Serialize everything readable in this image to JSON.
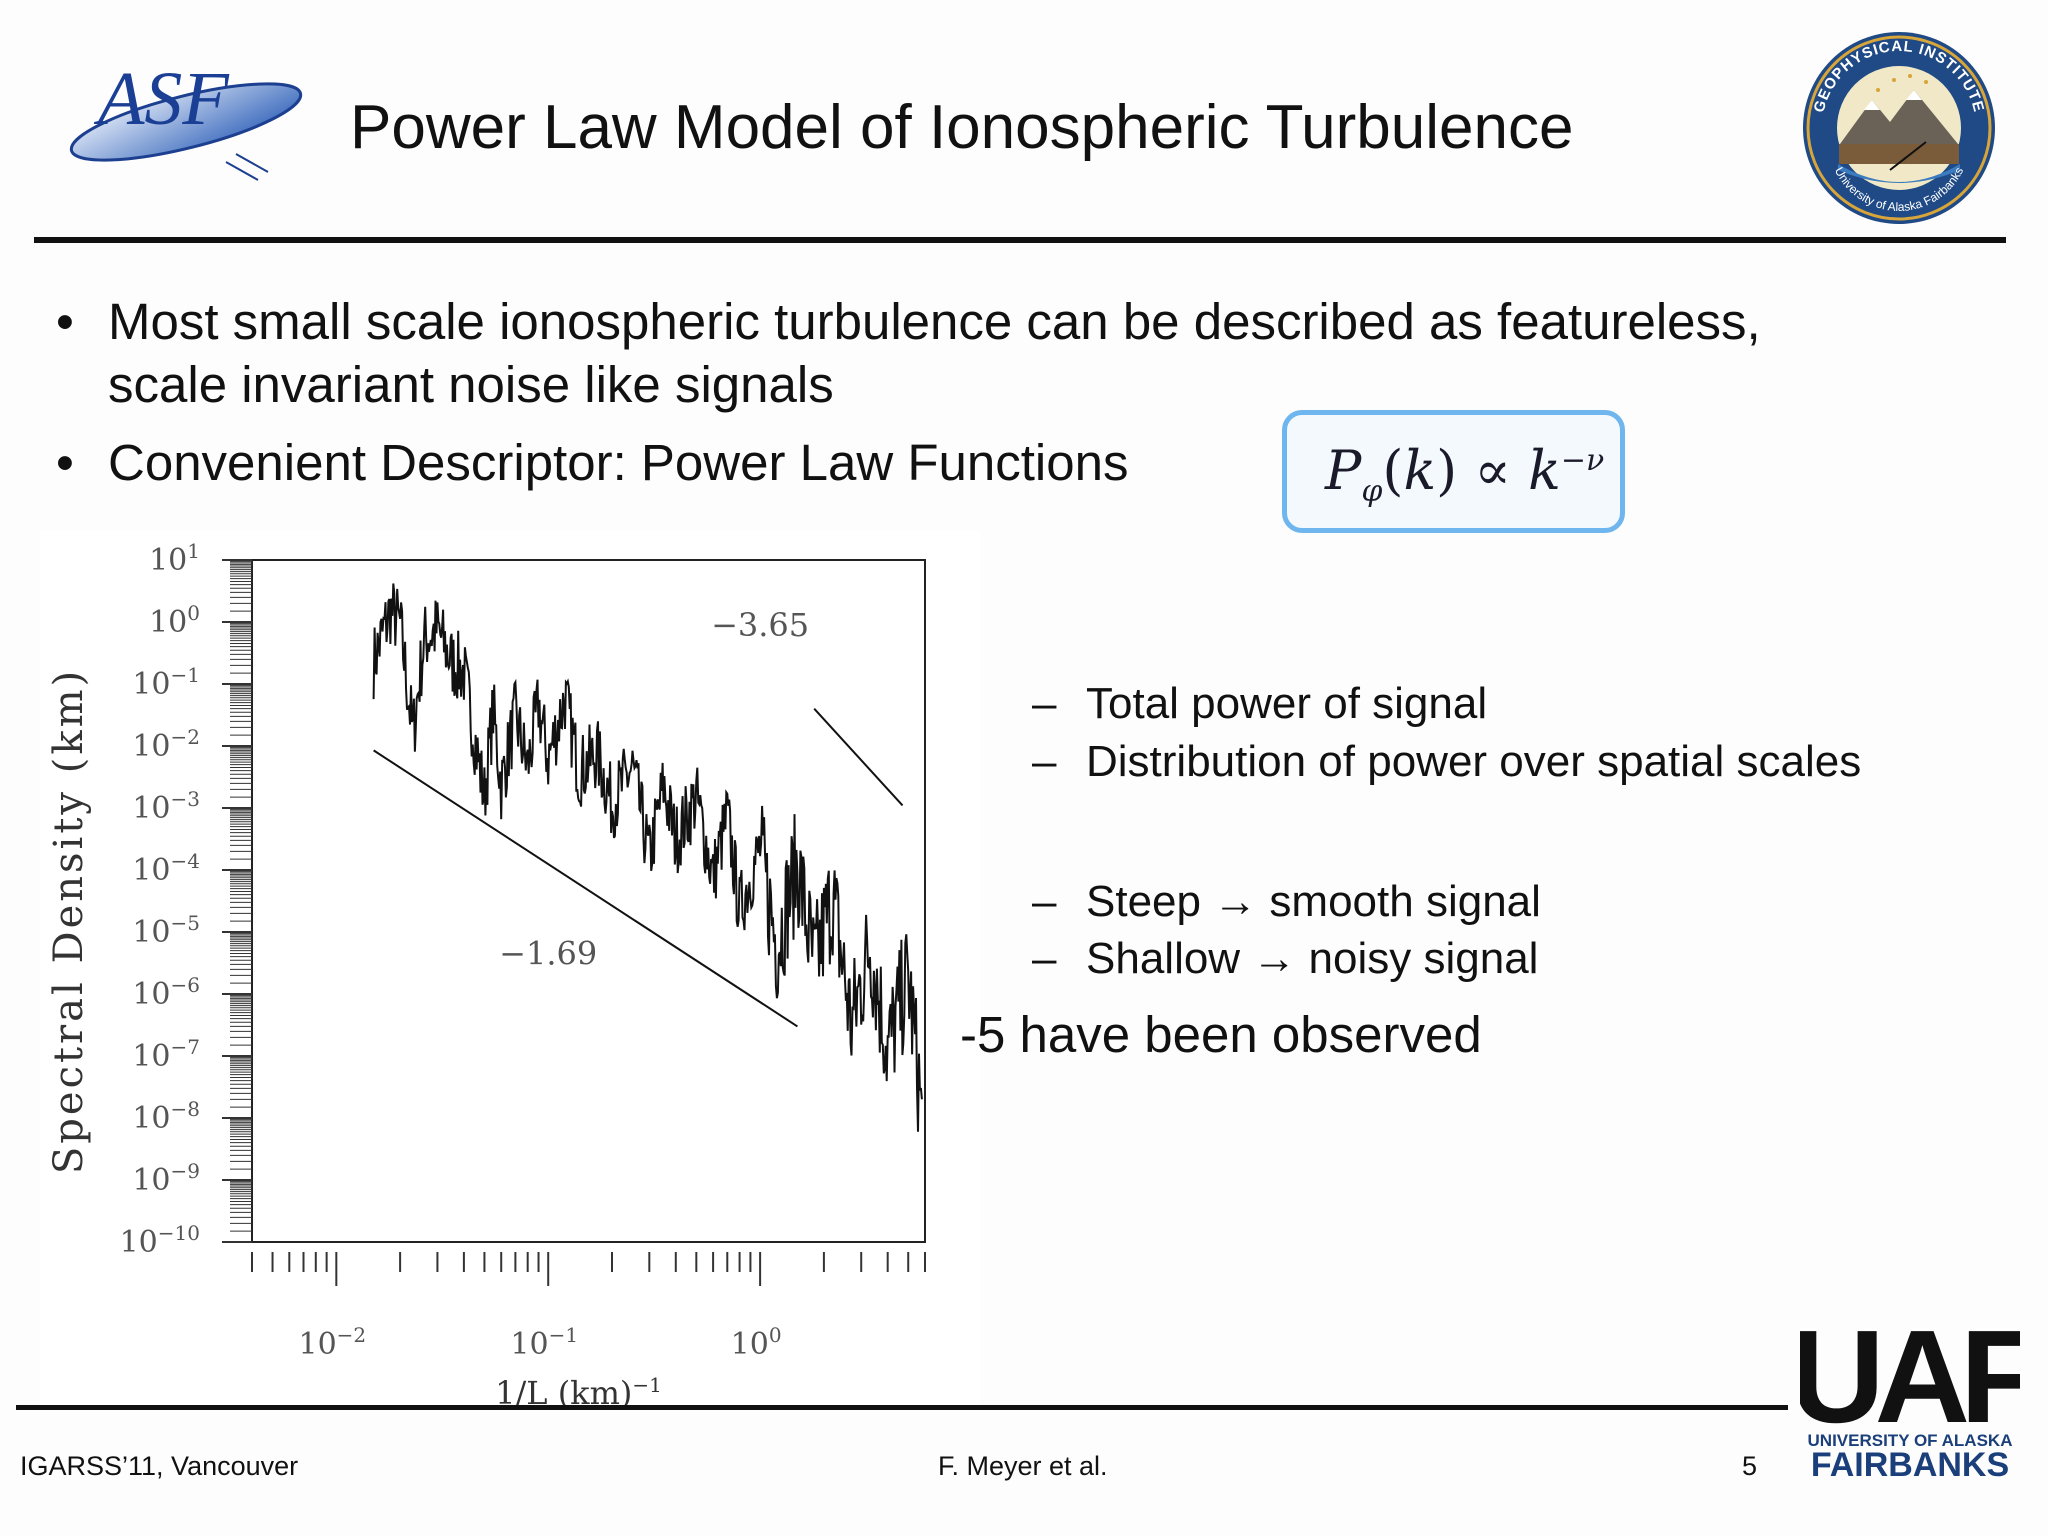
{
  "slide": {
    "title": "Power Law Model of Ionospheric Turbulence",
    "bullets": [
      {
        "text": "Most small scale ionospheric turbulence can be described as featureless,"
      },
      {
        "text": "scale invariant noise like signals"
      },
      {
        "text": "Convenient Descriptor: Power Law Functions"
      }
    ],
    "formula": {
      "P": "P",
      "phi": "φ",
      "k": "k",
      "prop": "∝",
      "k2": "k",
      "exp": "−ν"
    },
    "sub_items_a": [
      "Total power of signal",
      "Distribution of power over spatial scales"
    ],
    "sub_items_b": [
      "Steep → smooth signal",
      "Shallow → noisy signal"
    ],
    "dash": "–",
    "observed_fragment": "-5 have been observed",
    "bullet_char": "•"
  },
  "logos": {
    "asf_text": "ASF",
    "geo_ring_top": "GEOPHYSICAL INSTITUTE",
    "geo_ring_bottom": "University of Alaska Fairbanks",
    "uaf_big": "UAF",
    "uaf_line1": "UNIVERSITY OF ALASKA",
    "uaf_line2": "FAIRBANKS"
  },
  "footer": {
    "left": "IGARSS’11, Vancouver",
    "middle": "F. Meyer et al.",
    "page": "5"
  },
  "chart_data": {
    "type": "line",
    "xlabel": "1/L (km)",
    "xlabel_exp": "-1",
    "ylabel": "Spectral Density (km)",
    "x_scale": "log",
    "y_scale": "log",
    "xlim": [
      0.004,
      6
    ],
    "ylim": [
      1e-10,
      10
    ],
    "x_tick_labels": [
      {
        "base": "10",
        "exp": "-2",
        "value": 0.01
      },
      {
        "base": "10",
        "exp": "-1",
        "value": 0.1
      },
      {
        "base": "10",
        "exp": "0",
        "value": 1
      }
    ],
    "y_tick_labels": [
      {
        "base": "10",
        "exp": "1",
        "value": 10
      },
      {
        "base": "10",
        "exp": "0",
        "value": 1
      },
      {
        "base": "10",
        "exp": "-1",
        "value": 0.1
      },
      {
        "base": "10",
        "exp": "-2",
        "value": 0.01
      },
      {
        "base": "10",
        "exp": "-3",
        "value": 0.001
      },
      {
        "base": "10",
        "exp": "-4",
        "value": 0.0001
      },
      {
        "base": "10",
        "exp": "-5",
        "value": 1e-05
      },
      {
        "base": "10",
        "exp": "-6",
        "value": 1e-06
      },
      {
        "base": "10",
        "exp": "-7",
        "value": 1e-07
      },
      {
        "base": "10",
        "exp": "-8",
        "value": 1e-08
      },
      {
        "base": "10",
        "exp": "-9",
        "value": 1e-09
      },
      {
        "base": "10",
        "exp": "-10",
        "value": 1e-10
      }
    ],
    "annotations": [
      {
        "text": "−3.65",
        "x": 1.0,
        "y": 0.6
      },
      {
        "text": "−1.69",
        "x": 0.1,
        "y": 3e-06
      }
    ],
    "reference_lines": [
      {
        "slope": -1.69,
        "x": [
          0.015,
          1.5
        ],
        "y": [
          0.0085,
          3e-07
        ]
      },
      {
        "slope": -3.65,
        "x": [
          1.8,
          4.7
        ],
        "y": [
          0.04,
          0.0011
        ]
      }
    ],
    "series": [
      {
        "x": [
          0.015,
          0.018,
          0.02,
          0.023,
          0.026,
          0.03,
          0.035,
          0.04,
          0.05,
          0.055,
          0.06,
          0.07,
          0.08,
          0.09,
          0.1,
          0.12,
          0.14,
          0.17,
          0.2,
          0.25,
          0.3,
          0.35,
          0.4,
          0.5,
          0.6,
          0.7,
          0.8,
          1.0,
          1.2,
          1.5,
          1.8,
          2.2,
          2.7,
          3.3,
          4.0,
          5.0,
          5.8
        ],
        "y": [
          0.3,
          2.0,
          1.2,
          0.02,
          0.7,
          1.0,
          0.3,
          0.2,
          0.002,
          0.05,
          0.003,
          0.04,
          0.006,
          0.06,
          0.008,
          0.08,
          0.005,
          0.01,
          0.0015,
          0.006,
          0.0002,
          0.003,
          0.0004,
          0.002,
          0.0001,
          0.001,
          3e-05,
          0.0003,
          1e-05,
          0.0002,
          4e-06,
          6e-05,
          5e-07,
          1e-05,
          2e-07,
          3e-06,
          2e-08
        ]
      }
    ]
  }
}
